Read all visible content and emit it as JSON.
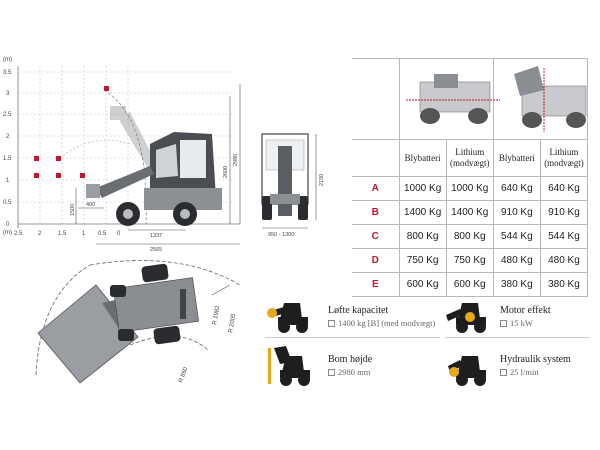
{
  "diagram": {
    "unit_label": "(m)",
    "y_ticks": [
      "3.5",
      "3",
      "2.5",
      "2",
      "1.5",
      "1",
      "0.5",
      "0"
    ],
    "x_ticks_left": [
      "2.5",
      "2",
      "1.5",
      "1",
      "0.5",
      "0"
    ],
    "dim_reach_top": "400",
    "dim_reach_low": "1500",
    "dim_2980": "2980",
    "dim_2600": "2600",
    "dim_1337": "1337",
    "dim_2565": "2565",
    "dim_width_height": "2150",
    "dim_width": "950 - 1300",
    "radius_1": "R 1982",
    "radius_2": "R 2005",
    "radius_3": "R 850"
  },
  "table": {
    "headers": [
      "Blybatteri",
      "Lithium (modvægt)",
      "Blybatteri",
      "Lithium (modvægt)"
    ],
    "rows": [
      {
        "label": "A",
        "values": [
          "1000 Kg",
          "1000 Kg",
          "640 Kg",
          "640 Kg"
        ]
      },
      {
        "label": "B",
        "values": [
          "1400 Kg",
          "1400 Kg",
          "910 Kg",
          "910 Kg"
        ]
      },
      {
        "label": "C",
        "values": [
          "800 Kg",
          "800 Kg",
          "544 Kg",
          "544 Kg"
        ]
      },
      {
        "label": "D",
        "values": [
          "750 Kg",
          "750 Kg",
          "480 Kg",
          "480 Kg"
        ]
      },
      {
        "label": "E",
        "values": [
          "600 Kg",
          "600 Kg",
          "380 Kg",
          "380 Kg"
        ]
      }
    ]
  },
  "specs": [
    {
      "title": "Løfte kapacitet",
      "value": "1400 kg [B] (med modvægt)"
    },
    {
      "title": "Motor effekt",
      "value": "15 kW"
    },
    {
      "title": "Bom højde",
      "value": "2980 mm"
    },
    {
      "title": "Hydraulik system",
      "value": "25 l/min"
    }
  ],
  "colors": {
    "accent": "#c0182c",
    "machine_dark": "#3a3d42",
    "machine_grey": "#8c8f93"
  }
}
